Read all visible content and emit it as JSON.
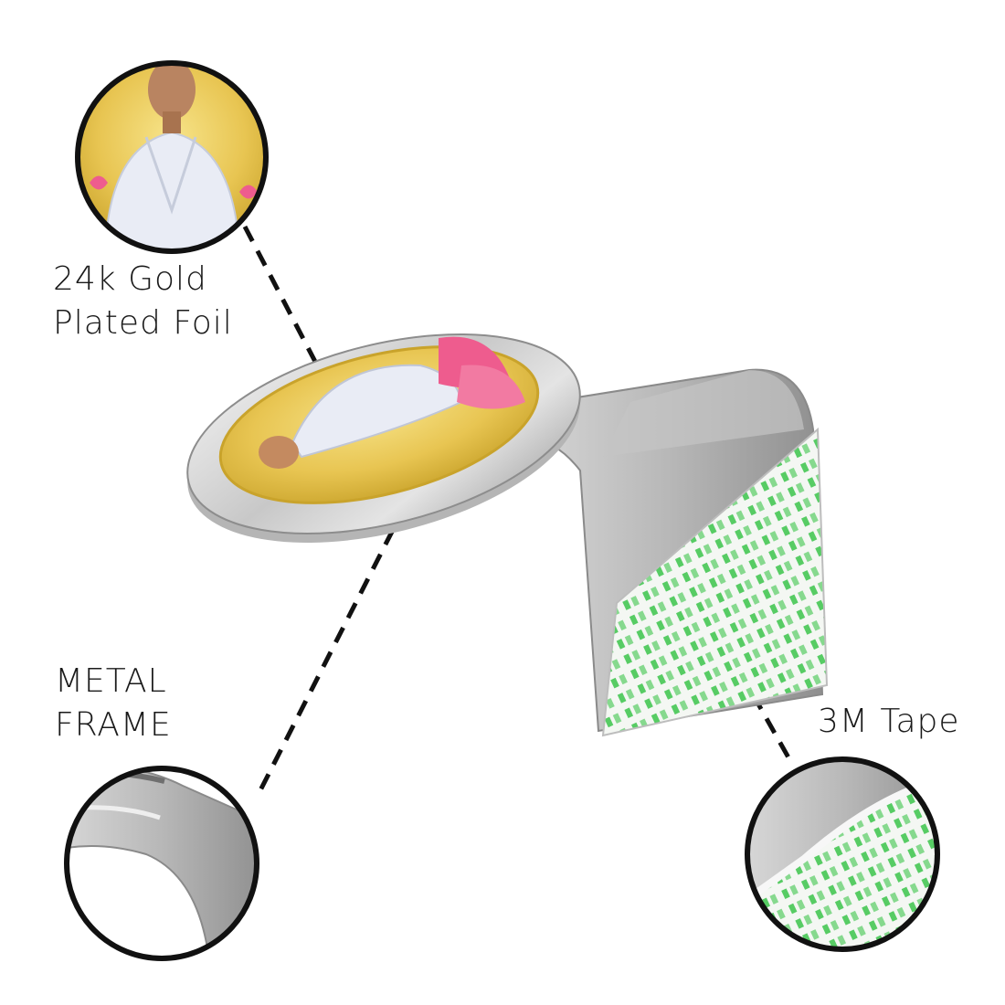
{
  "callouts": {
    "gold_foil": {
      "line1": "24k Gold",
      "line2": "Plated Foil"
    },
    "metal_frame": {
      "line1": "METAL",
      "line2": "FRAME"
    },
    "tape": {
      "line1": "3M Tape"
    }
  },
  "colors": {
    "gold_light": "#f3d66a",
    "gold_dark": "#c9a32b",
    "metal_light": "#e8e8e8",
    "metal_dark": "#9a9a9a",
    "tape_green": "#39c24a",
    "lotus_pink": "#ee5c8e",
    "robe_white": "#e9ecf5",
    "outline": "#111111"
  }
}
